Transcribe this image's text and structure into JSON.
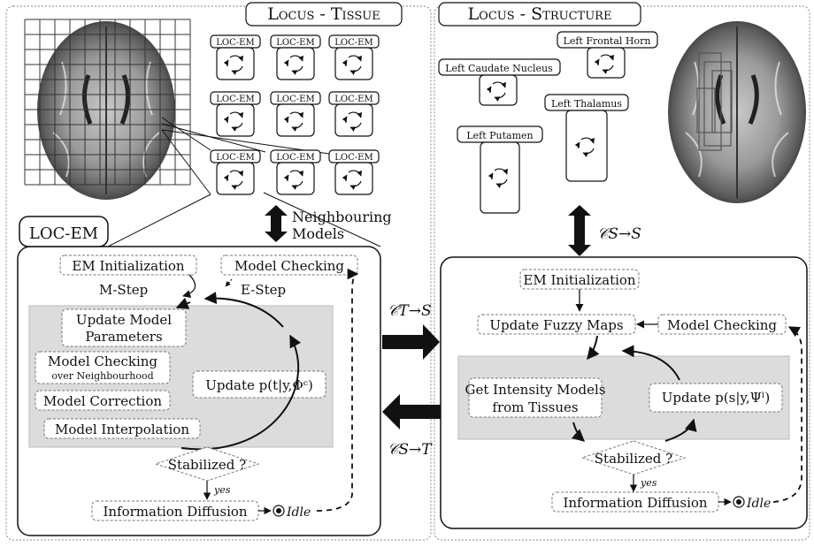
{
  "tissue_panel": {
    "title": "Locus - Tissue",
    "loc_em_label": "LOC-EM",
    "neighbouring_models": [
      "Neighbouring",
      "Models"
    ]
  },
  "structure_panel": {
    "title": "Locus - Structure",
    "structures": {
      "frontal_horn": "Left Frontal Horn",
      "caudate": "Left Caudate Nucleus",
      "thalamus": "Left Thalamus",
      "putamen": "Left Putamen"
    },
    "c_s_s": "𝒞S→S"
  },
  "loc_em": {
    "title": "LOC-EM",
    "em_init": "EM Initialization",
    "model_checking": "Model Checking",
    "m_step": "M-Step",
    "e_step": "E-Step",
    "update_params": [
      "Update Model",
      "Parameters"
    ],
    "model_checking_neigh": [
      "Model Checking",
      "over Neighbourhood"
    ],
    "model_correction": "Model Correction",
    "model_interpolation": "Model Interpolation",
    "update_p": "Update p(t|y,Φᶜ)",
    "stabilized": "Stabilized ?",
    "yes": "yes",
    "info_diffusion": "Information Diffusion",
    "idle": "Idle"
  },
  "struct_em": {
    "em_init": "EM Initialization",
    "update_fuzzy": "Update Fuzzy Maps",
    "model_checking": "Model Checking",
    "get_intensity": [
      "Get Intensity Models",
      "from Tissues"
    ],
    "update_p": "Update p(s|y,Ψˡ)",
    "stabilized": "Stabilized ?",
    "yes": "yes",
    "info_diffusion": "Information Diffusion",
    "idle": "Idle"
  },
  "couplings": {
    "c_t_s": "𝒞T→S",
    "c_s_t": "𝒞S→T"
  }
}
